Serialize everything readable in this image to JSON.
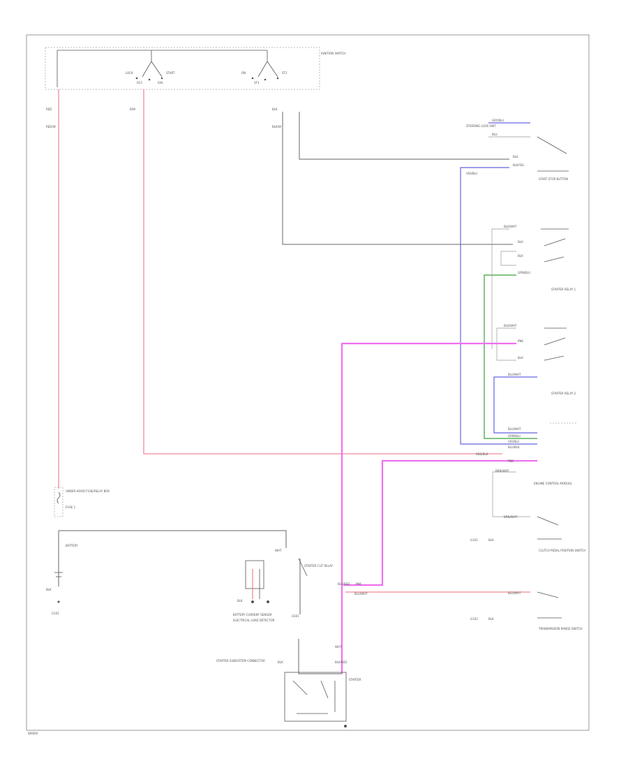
{
  "frame": {
    "corner_code": "W0000"
  },
  "ignition_switch": {
    "label": "IGNITION SWITCH",
    "contacts": [
      "LOCK",
      "ACC",
      "IGN",
      "START",
      "ON",
      "ST1",
      "ST2"
    ],
    "wire_labels": [
      "RED",
      "B/W",
      "BLK",
      "RED/W",
      "BLK/W"
    ]
  },
  "steering_lock": {
    "label": "STEERING LOCK UNIT",
    "wires": [
      "GRY/BLU",
      "BLU"
    ]
  },
  "start_stop_button": {
    "label": "START STOP BUTTON",
    "wires": [
      "BLK",
      "BLK/YEL",
      "VIO/BLU"
    ]
  },
  "starter_relay_1": {
    "label": "STARTER RELAY 1",
    "wires": [
      "BLK/WHT",
      "BLK",
      "BLK",
      "GRN/BLU"
    ]
  },
  "starter_relay_2": {
    "label": "STARTER RELAY 2",
    "wires": [
      "BLK/WHT",
      "PNK",
      "BLK",
      "BLU/WHT"
    ]
  },
  "ecm": {
    "label": "ENGINE CONTROL MODULE",
    "wires": [
      "BLU/WHT",
      "GRN/BLU",
      "VIO/BLU",
      "BLU/BLK",
      "RED/BLK",
      "PNK",
      "BRN/WHT"
    ]
  },
  "clutch_switch": {
    "label": "CLUTCH PEDAL POSITION SWITCH",
    "wires": [
      "BRN/WHT",
      "BLK"
    ]
  },
  "trans_range": {
    "label": "TRANSMISSION RANGE SWITCH",
    "wires": [
      "BLU/WHT",
      "BLK"
    ]
  },
  "fuse_box": {
    "label": "UNDER-HOOD FUSE/RELAY BOX",
    "fuse": "FUSE 1"
  },
  "battery": {
    "label": "BATTERY",
    "ground": "G101",
    "wire": "BLK"
  },
  "battery_sensor": {
    "label": "BATTERY CURRENT SENSOR",
    "wire": "BLK"
  },
  "elec_load_detector": {
    "label": "ELECTRICAL LOAD DETECTOR"
  },
  "starter_cut_relay": {
    "label": "STARTER CUT RELAY",
    "wires": [
      "WHT",
      "BLK/RED",
      "PNK",
      "BLU/WHT"
    ]
  },
  "starter": {
    "label": "STARTER",
    "sub_label": "STARTER SUBSYSTEM CONNECTOR",
    "wires": [
      "WHT",
      "BLK/RED",
      "BLK"
    ]
  },
  "ground_labels": [
    "G101",
    "G102",
    "G501"
  ]
}
